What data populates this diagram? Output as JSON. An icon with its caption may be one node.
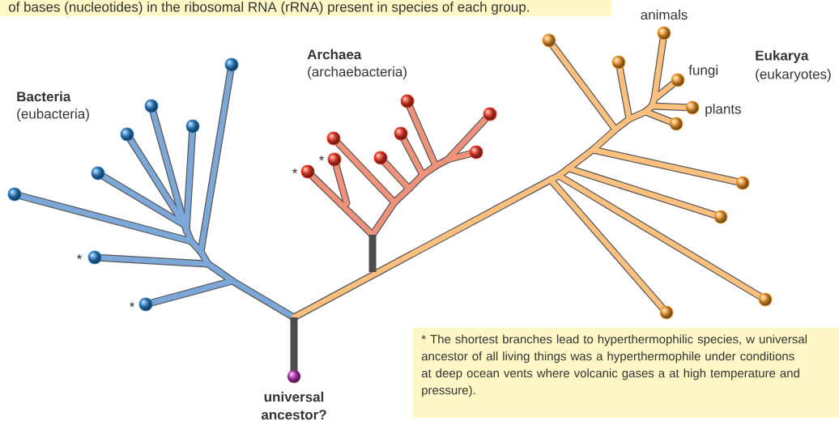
{
  "diagram": {
    "labels": [
      "of bases (nucleotides) in the ribosomal RNA (rRNA) present in species of each group.",
      "animals",
      "Archaea",
      "(archaebacteria)",
      "fungi",
      "Eukarya",
      "(eukaryotes)",
      "Bacteria",
      "(eubacteria)",
      "plants",
      "*",
      "*",
      "*",
      "*",
      "* The shortest branches lead to hyperthermophilic species, w universal ancestor of all living things was a hyperthermophile under conditions at deep ocean vents where volcanic gases a at high temperature and pressure).",
      "universal ancestor?"
    ]
  }
}
